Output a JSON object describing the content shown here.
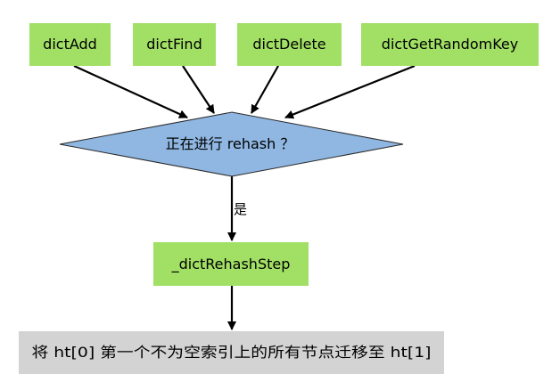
{
  "colors": {
    "function_node": "#a2e065",
    "decision_node": "#8fb7e2",
    "result_node": "#d3d3d3",
    "border": "#2a2a2a",
    "arrow": "#000000"
  },
  "nodes": {
    "dict_add": "dictAdd",
    "dict_find": "dictFind",
    "dict_delete": "dictDelete",
    "dict_get_random_key": "dictGetRandomKey",
    "decision": "正在进行 rehash ？",
    "rehash_step": "_dictRehashStep",
    "result": "将 ht[0] 第一个不为空索引上的所有节点迁移至 ht[1]"
  },
  "edges": {
    "yes_label": "是"
  }
}
